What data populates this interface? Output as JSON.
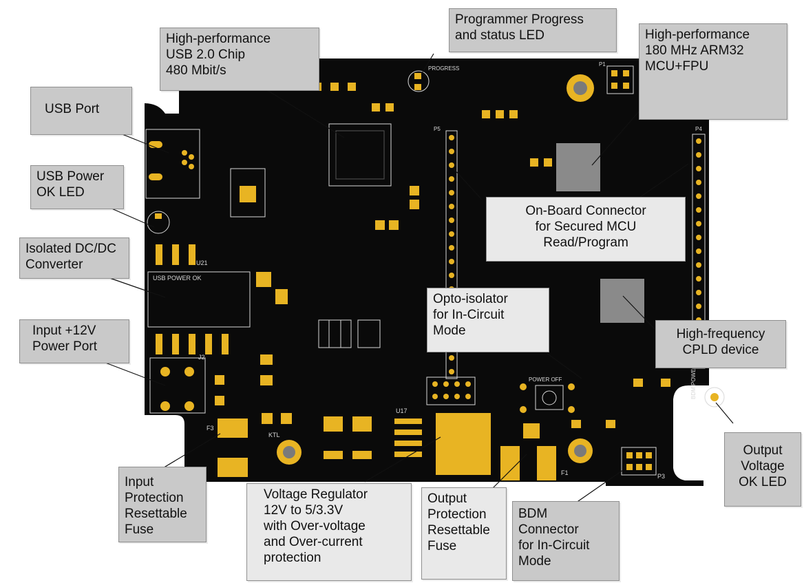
{
  "callouts": {
    "programmer_led": "Programmer Progress\nand status LED",
    "usb_chip": "High-performance\nUSB 2.0 Chip\n480 Mbit/s",
    "mcu": "High-performance\n180 MHz ARM32\nMCU+FPU",
    "usb_port": "USB Port",
    "usb_power_led": "USB Power\nOK LED",
    "onboard_connector": "On-Board Connector\nfor Secured MCU\nRead/Program",
    "dcdc": "Isolated DC/DC\nConverter",
    "opto": "Opto-isolator\nfor In-Circuit\nMode",
    "cpld": "High-frequency\nCPLD device",
    "input_power": "Input +12V\nPower Port",
    "output_led": "Output\nVoltage\nOK LED",
    "input_fuse": "Input\nProtection\nResettable\nFuse",
    "regulator": "Voltage Regulator\n12V to 5/3.3V\nwith Over-voltage\nand Over-current\nprotection",
    "output_fuse": "Output\nProtection\nResettable\nFuse",
    "bdm": "BDM\nConnector\nfor In-Circuit\nMode"
  },
  "silkscreen": {
    "usb_power_ok": "USB POWER OK",
    "power_off": "POWER OFF",
    "u21": "U21",
    "u17": "U17",
    "j2": "J2",
    "f1": "F1",
    "f3": "F3",
    "p3": "P3",
    "ktl": "KTL",
    "bdm_power": "BDM POWER",
    "progress": "PROGRESS",
    "p1": "P1",
    "p4": "P4",
    "p5": "P5"
  },
  "colors": {
    "board": "#0a0a0a",
    "copper": "#e8b423",
    "silk": "#d8d8d8",
    "callout_fill": "#c9c9c9",
    "callout_border": "#8f8f8f"
  }
}
